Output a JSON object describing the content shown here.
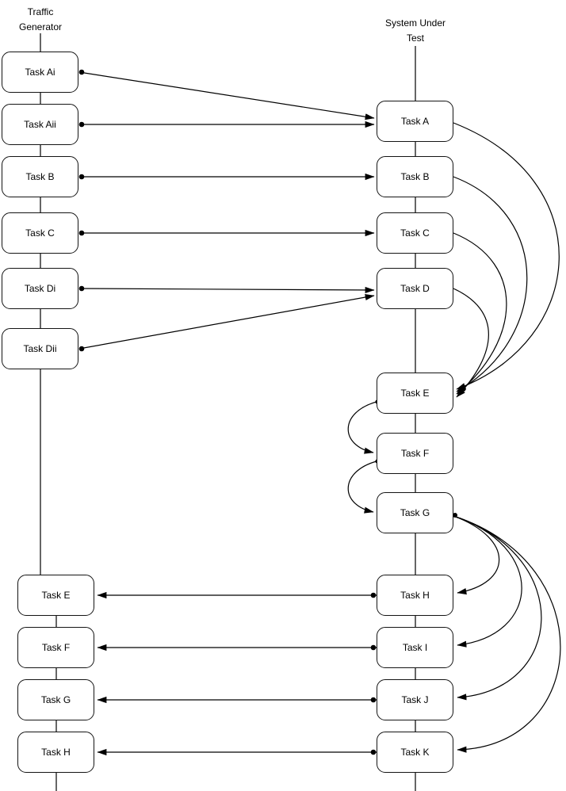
{
  "left_column": {
    "title": "Traffic Generator",
    "tasks": [
      "Task Ai",
      "Task Aii",
      "Task B",
      "Task C",
      "Task Di",
      "Task Dii",
      "Task E",
      "Task F",
      "Task G",
      "Task H"
    ]
  },
  "right_column": {
    "title": "System Under Test",
    "tasks": [
      "Task A",
      "Task B",
      "Task C",
      "Task D",
      "Task E",
      "Task F",
      "Task G",
      "Task H",
      "Task I",
      "Task J",
      "Task K"
    ]
  },
  "edges": [
    {
      "from": "Traffic Generator / Task Ai",
      "to": "System Under Test / Task A",
      "type": "straight"
    },
    {
      "from": "Traffic Generator / Task Aii",
      "to": "System Under Test / Task A",
      "type": "straight"
    },
    {
      "from": "Traffic Generator / Task B",
      "to": "System Under Test / Task B",
      "type": "straight"
    },
    {
      "from": "Traffic Generator / Task C",
      "to": "System Under Test / Task C",
      "type": "straight"
    },
    {
      "from": "Traffic Generator / Task Di",
      "to": "System Under Test / Task D",
      "type": "straight"
    },
    {
      "from": "Traffic Generator / Task Dii",
      "to": "System Under Test / Task D",
      "type": "straight"
    },
    {
      "from": "System Under Test / Task A",
      "to": "System Under Test / Task E",
      "type": "curve-right"
    },
    {
      "from": "System Under Test / Task B",
      "to": "System Under Test / Task E",
      "type": "curve-right"
    },
    {
      "from": "System Under Test / Task C",
      "to": "System Under Test / Task E",
      "type": "curve-right"
    },
    {
      "from": "System Under Test / Task D",
      "to": "System Under Test / Task E",
      "type": "curve-right"
    },
    {
      "from": "System Under Test / Task E",
      "to": "System Under Test / Task F",
      "type": "curve-left"
    },
    {
      "from": "System Under Test / Task F",
      "to": "System Under Test / Task G",
      "type": "curve-left"
    },
    {
      "from": "System Under Test / Task G",
      "to": "System Under Test / Task H",
      "type": "curve-right"
    },
    {
      "from": "System Under Test / Task G",
      "to": "System Under Test / Task I",
      "type": "curve-right"
    },
    {
      "from": "System Under Test / Task G",
      "to": "System Under Test / Task J",
      "type": "curve-right"
    },
    {
      "from": "System Under Test / Task G",
      "to": "System Under Test / Task K",
      "type": "curve-right"
    },
    {
      "from": "System Under Test / Task H",
      "to": "Traffic Generator / Task E",
      "type": "straight"
    },
    {
      "from": "System Under Test / Task I",
      "to": "Traffic Generator / Task F",
      "type": "straight"
    },
    {
      "from": "System Under Test / Task J",
      "to": "Traffic Generator / Task G",
      "type": "straight"
    },
    {
      "from": "System Under Test / Task K",
      "to": "Traffic Generator / Task H",
      "type": "straight"
    }
  ],
  "colors": {
    "stroke": "#000000",
    "box_fill": "#ffffff",
    "text": "#000000"
  }
}
